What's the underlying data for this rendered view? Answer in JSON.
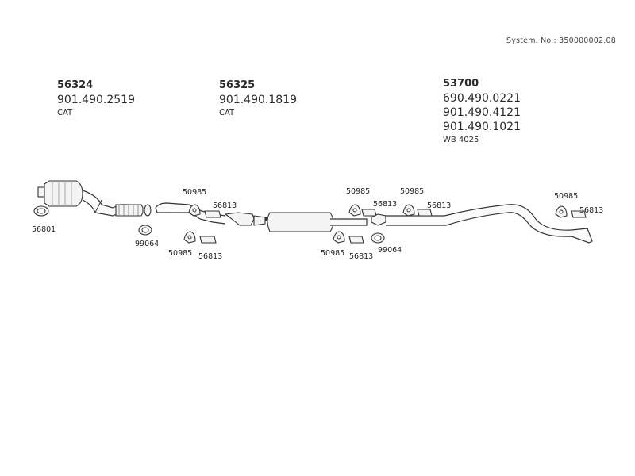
{
  "system_number": "System. No.: 350000002.08",
  "groups": [
    {
      "head": "56324",
      "numbers": [
        "901.490.2519"
      ],
      "note": "CAT"
    },
    {
      "head": "56325",
      "numbers": [
        "901.490.1819"
      ],
      "note": "CAT"
    },
    {
      "head": "53700",
      "numbers": [
        "690.490.0221",
        "901.490.4121",
        "901.490.1021"
      ],
      "note": "WB 4025"
    }
  ],
  "part_labels": {
    "clamp_front": "56801",
    "clamp_99064_a": "99064",
    "clamp_99064_b": "99064",
    "hanger_50985_a": "50985",
    "hanger_50985_b": "50985",
    "hanger_50985_c": "50985",
    "hanger_50985_d": "50985",
    "hanger_50985_e": "50985",
    "hanger_50985_f": "50985",
    "bracket_56813_a": "56813",
    "bracket_56813_b": "56813",
    "bracket_56813_c": "56813",
    "bracket_56813_d": "56813",
    "bracket_56813_e": "56813",
    "bracket_56813_f": "56813"
  }
}
